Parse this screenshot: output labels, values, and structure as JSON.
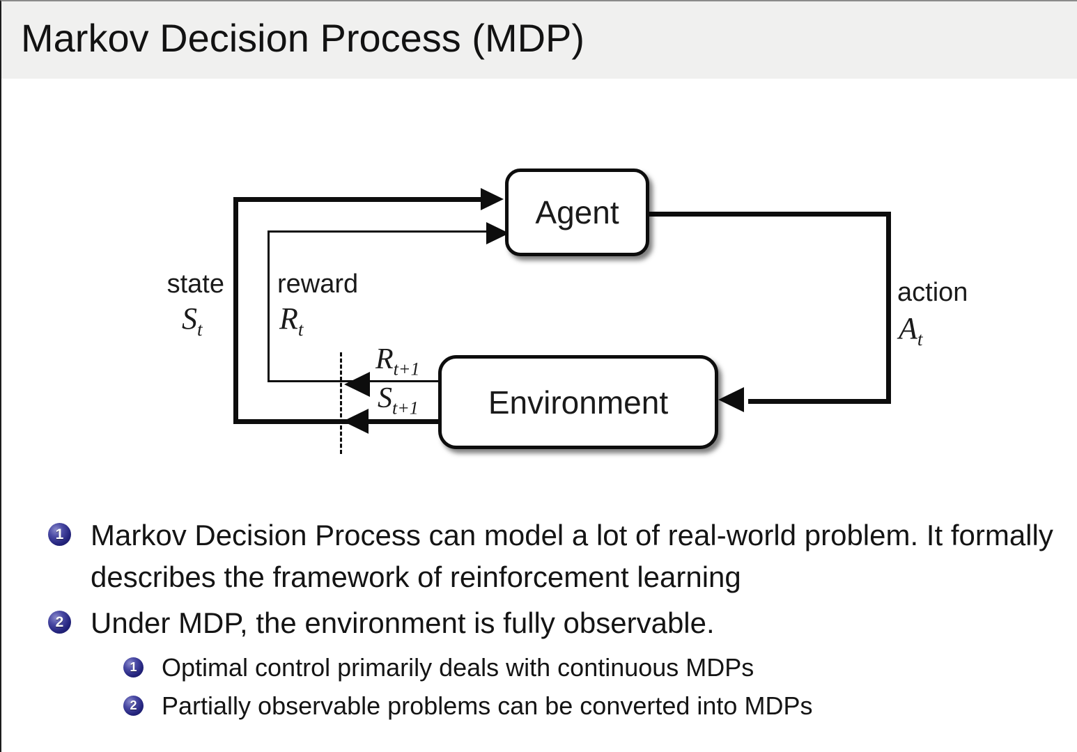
{
  "slide": {
    "title": "Markov Decision Process (MDP)"
  },
  "colors": {
    "title_band": "#f0f0ef",
    "ball_blue": "#23237c",
    "line_black": "#0d0d0d"
  },
  "diagram": {
    "agent_label": "Agent",
    "environment_label": "Environment",
    "state_label": "state",
    "state_symbol": "S",
    "state_sub": "t",
    "reward_label": "reward",
    "reward_symbol": "R",
    "reward_sub": "t",
    "action_label": "action",
    "action_symbol": "A",
    "action_sub": "t",
    "next_reward_symbol": "R",
    "next_reward_sub": "t+1",
    "next_state_symbol": "S",
    "next_state_sub": "t+1"
  },
  "bullets": [
    {
      "number": "1",
      "text": "Markov Decision Process can model a lot of real-world problem. It formally describes the framework of reinforcement learning"
    },
    {
      "number": "2",
      "text": "Under MDP, the environment is fully observable.",
      "subitems": [
        {
          "number": "1",
          "text": "Optimal control primarily deals with continuous MDPs"
        },
        {
          "number": "2",
          "text": "Partially observable problems can be converted into MDPs"
        }
      ]
    }
  ]
}
